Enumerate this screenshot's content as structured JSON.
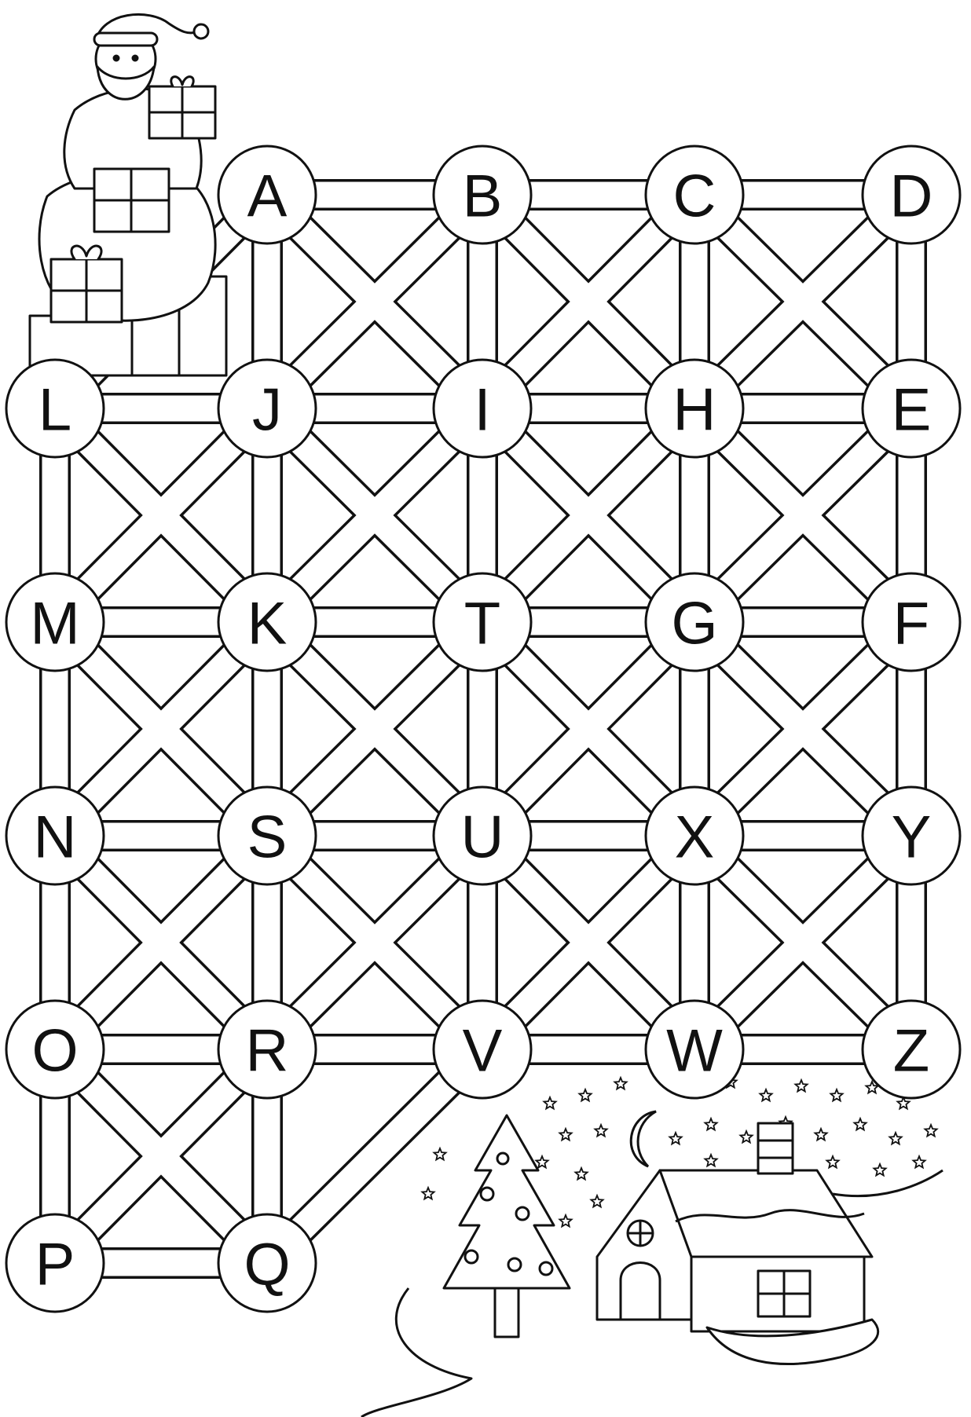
{
  "puzzle": {
    "kind": "alphabet-maze",
    "grid": [
      [
        "A",
        "B",
        "C",
        "D"
      ],
      [
        "L",
        "J",
        "I",
        "H",
        "E"
      ],
      [
        "M",
        "K",
        "T",
        "G",
        "F"
      ],
      [
        "N",
        "S",
        "U",
        "X",
        "Y"
      ],
      [
        "O",
        "R",
        "V",
        "W",
        "Z"
      ],
      [
        "P",
        "Q"
      ]
    ],
    "start_picture": "santa-with-gift-sack",
    "finish_picture": "snowy-house-with-christmas-tree",
    "decorations": [
      "crescent-moon-icon",
      "stars",
      "christmas-tree",
      "snow-covered-house"
    ]
  },
  "colors": {
    "line": "#111111",
    "paper": "#ffffff"
  }
}
